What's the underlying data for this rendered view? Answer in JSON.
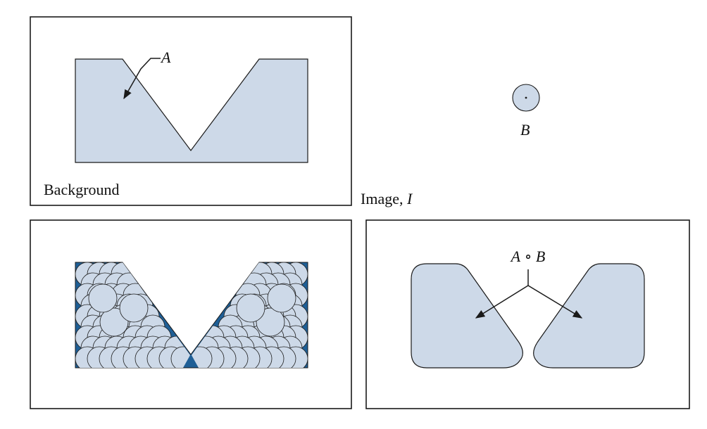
{
  "panels": {
    "top_left": {
      "caption": "Background",
      "set_label": "A"
    },
    "top_right": {
      "set_label": "B"
    },
    "between_rows": {
      "caption_text": "Image, ",
      "caption_var": "I"
    },
    "bottom_right": {
      "label_a": "A",
      "operator": "∘",
      "label_b": "B"
    }
  },
  "colors": {
    "set_fill": "#cdd9e8",
    "residue_fill": "#1f5f96",
    "stroke": "#1a1a1a"
  }
}
